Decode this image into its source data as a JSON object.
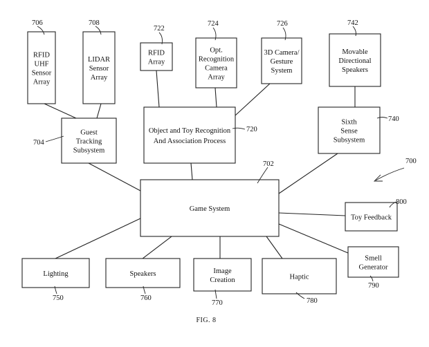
{
  "figure": {
    "caption": "FIG. 8",
    "diagram_ref": "700",
    "boxes": [
      {
        "id": "rfid-uhf",
        "lines": [
          "RFID",
          "UHF",
          "Sensor",
          "Array"
        ],
        "ref": "706"
      },
      {
        "id": "lidar",
        "lines": [
          "LIDAR",
          "Sensor",
          "Array"
        ],
        "ref": "708"
      },
      {
        "id": "rfid-array",
        "lines": [
          "RFID",
          "Array"
        ],
        "ref": "722"
      },
      {
        "id": "opt-recognition",
        "lines": [
          "Opt.",
          "Recognition",
          "Camera",
          "Array"
        ],
        "ref": "724"
      },
      {
        "id": "camera-3d",
        "lines": [
          "3D Camera/",
          "Gesture",
          "System"
        ],
        "ref": "726"
      },
      {
        "id": "directional-speakers",
        "lines": [
          "Movable",
          "Directional",
          "Speakers"
        ],
        "ref": "742"
      },
      {
        "id": "guest-tracking",
        "lines": [
          "Guest",
          "Tracking",
          "Subsystem"
        ],
        "ref": "704"
      },
      {
        "id": "object-toy-recognition",
        "lines": [
          "Object and Toy Recognition",
          "And Association Process"
        ],
        "ref": "720"
      },
      {
        "id": "sixth-sense",
        "lines": [
          "Sixth",
          "Sense",
          "Subsystem"
        ],
        "ref": "740"
      },
      {
        "id": "game-system",
        "lines": [
          "Game System"
        ],
        "ref": "702"
      },
      {
        "id": "toy-feedback",
        "lines": [
          "Toy Feedback"
        ],
        "ref": "800"
      },
      {
        "id": "smell-generator",
        "lines": [
          "Smell",
          "Generator"
        ],
        "ref": "790"
      },
      {
        "id": "lighting",
        "lines": [
          "Lighting"
        ],
        "ref": "750"
      },
      {
        "id": "speakers",
        "lines": [
          "Speakers"
        ],
        "ref": "760"
      },
      {
        "id": "image-creation",
        "lines": [
          "Image",
          "Creation"
        ],
        "ref": "770"
      },
      {
        "id": "haptic",
        "lines": [
          "Haptic"
        ],
        "ref": "780"
      }
    ]
  }
}
